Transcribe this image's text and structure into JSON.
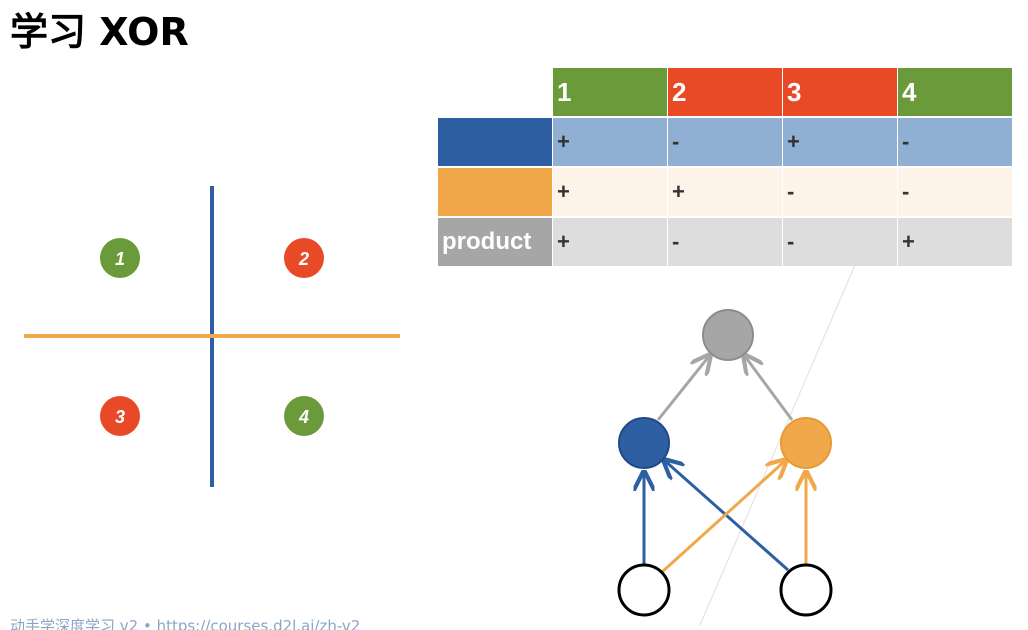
{
  "title": "学习 XOR",
  "footer": "动手学深度学习 v2 • https://courses.d2l.ai/zh-v2",
  "colors": {
    "green": "#6a9a3a",
    "red": "#e84a27",
    "blue": "#2e5fa3",
    "orange": "#f0a84a",
    "gray": "#a6a6a6",
    "row_blue_bg": "#8fb0d3",
    "row_orange_bg": "#fdf3e8",
    "row_gray_bg": "#dddddd",
    "header_gray": "#f2f2f2"
  },
  "quadrant": {
    "points": [
      {
        "label": "1",
        "color": "green"
      },
      {
        "label": "2",
        "color": "red"
      },
      {
        "label": "3",
        "color": "red"
      },
      {
        "label": "4",
        "color": "green"
      }
    ]
  },
  "table": {
    "headers": [
      {
        "label": "1",
        "color": "green"
      },
      {
        "label": "2",
        "color": "red"
      },
      {
        "label": "3",
        "color": "red"
      },
      {
        "label": "4",
        "color": "green"
      }
    ],
    "rows": [
      {
        "label": "",
        "label_color": "blue",
        "bg": "row_blue_bg",
        "cells": [
          "+",
          "-",
          "+",
          "-"
        ]
      },
      {
        "label": "",
        "label_color": "orange",
        "bg": "row_orange_bg",
        "cells": [
          "+",
          "+",
          "-",
          "-"
        ]
      },
      {
        "label": "product",
        "label_color": "gray",
        "bg": "row_gray_bg",
        "cells": [
          "+",
          "-",
          "-",
          "+"
        ]
      }
    ]
  }
}
